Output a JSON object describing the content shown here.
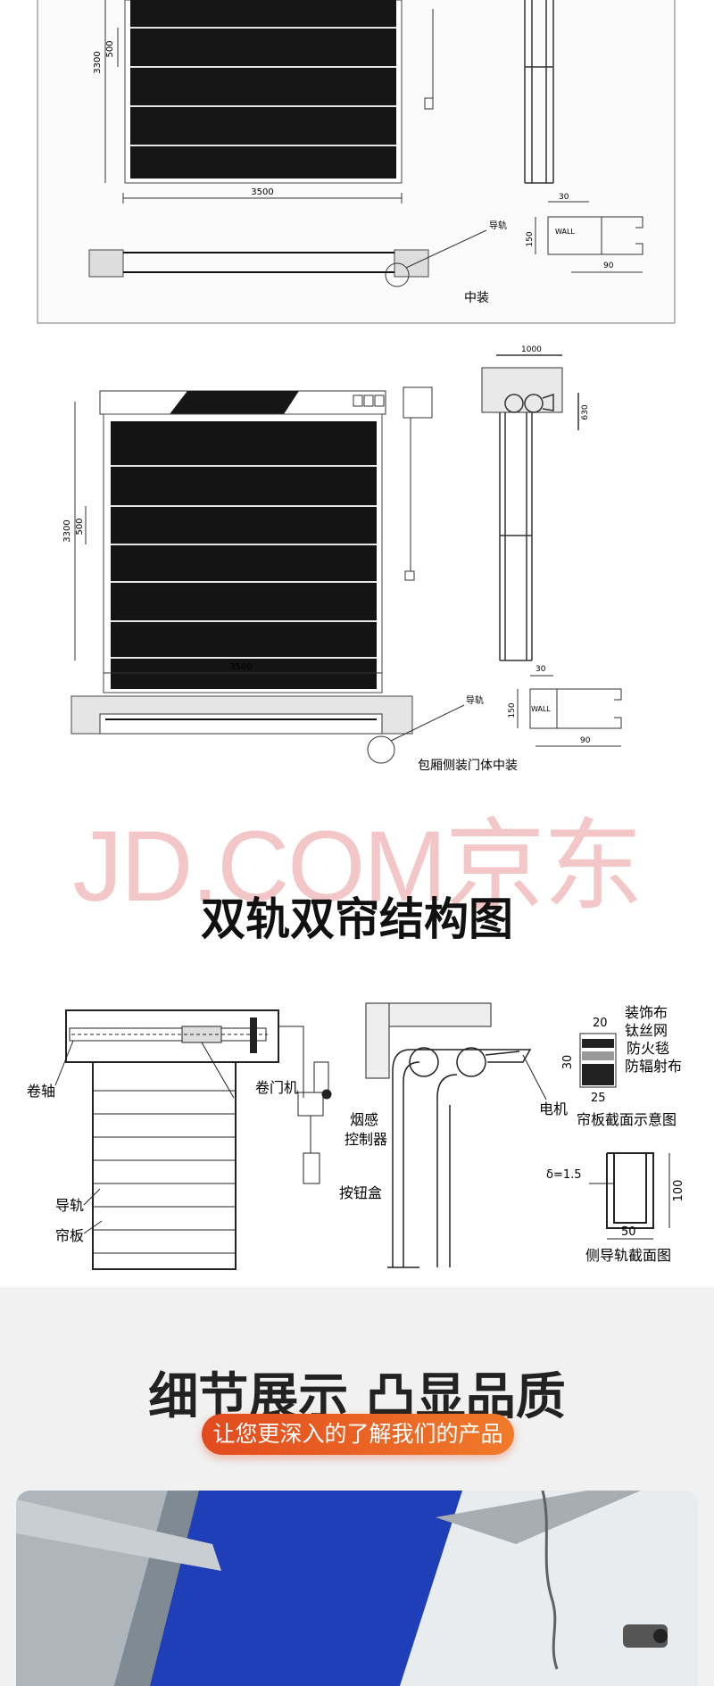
{
  "diagram1": {
    "dims": [
      "3300",
      "500",
      "3500",
      "30",
      "150",
      "90"
    ],
    "guide_label": "导轨",
    "wall_label": "WALL",
    "caption": "中装"
  },
  "diagram2": {
    "dims": [
      "3300",
      "500",
      "3500",
      "1000",
      "630",
      "30",
      "150",
      "90"
    ],
    "guide_label": "导轨",
    "wall_label": "WALL",
    "caption": "包厢侧装门体中装"
  },
  "watermark": "JD.COM京东",
  "structure": {
    "title": "双轨双帘结构图",
    "labels": {
      "roller": "卷轴",
      "motor_unit": "卷门机",
      "smoke": "烟感",
      "controller": "控制器",
      "button_box": "按钮盒",
      "guide": "导轨",
      "curtain": "帘板",
      "motor": "电机",
      "section_title": "帘板截面示意图",
      "rail_title": "侧导轨截面图"
    },
    "layers": [
      "装饰布",
      "钛丝网",
      "防火毯",
      "防辐射布"
    ],
    "section_dims": [
      "20",
      "30",
      "25"
    ],
    "rail_dims": [
      "δ=1.5",
      "100",
      "50"
    ]
  },
  "detail": {
    "title": "细节展示 凸显品质",
    "subtitle": "让您更深入的了解我们的产品"
  },
  "colors": {
    "accent": "#e24a1e",
    "curtain_blue": "#1f3fb8"
  }
}
